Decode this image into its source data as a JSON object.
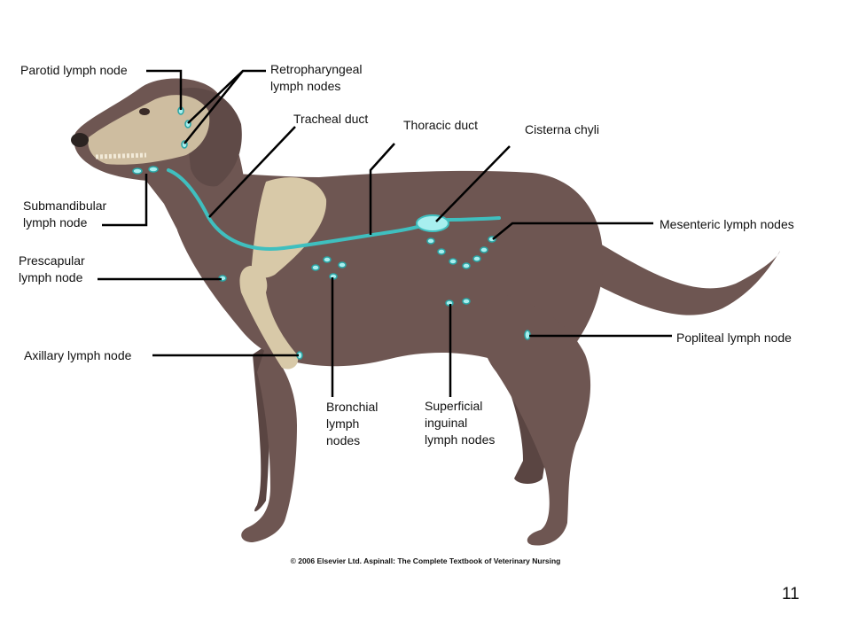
{
  "labels": {
    "parotid": "Parotid lymph node",
    "retropharyngeal": "Retropharyngeal\nlymph nodes",
    "tracheal_duct": "Tracheal duct",
    "thoracic_duct": "Thoracic duct",
    "cisterna_chyli": "Cisterna chyli",
    "submandibular": "Submandibular\nlymph node",
    "mesenteric": "Mesenteric lymph nodes",
    "prescapular": "Prescapular\nlymph node",
    "popliteal": "Popliteal lymph node",
    "axillary": "Axillary lymph node",
    "bronchial": "Bronchial\nlymph\nnodes",
    "superficial_inguinal": "Superficial\ninguinal\nlymph nodes"
  },
  "copyright": "© 2006 Elsevier Ltd. Aspinall: The Complete Textbook of Veterinary Nursing",
  "page_number": "11",
  "colors": {
    "coat": "#6e5652",
    "coat_shadow": "#5a4542",
    "bone": "#d8c9a8",
    "lymph": "#3fbfbf",
    "node": "#a8efef",
    "leader": "#000000"
  }
}
